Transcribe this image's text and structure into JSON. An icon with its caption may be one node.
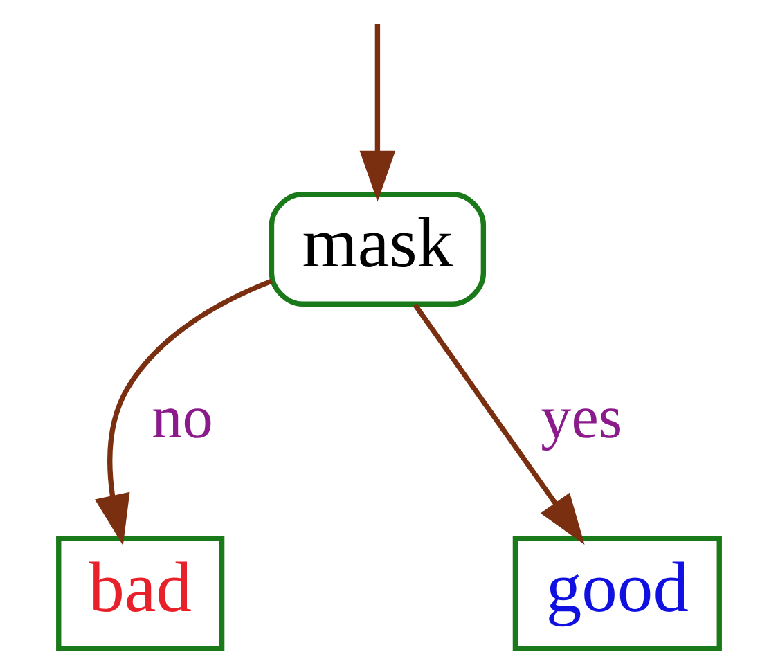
{
  "diagram": {
    "nodes": [
      {
        "text": [
          "mask"
        ]
      },
      {
        "text": [
          "bad"
        ]
      },
      {
        "text": [
          "good"
        ]
      }
    ],
    "edges": [
      {
        "from": null,
        "to": 0,
        "arrow": "to"
      },
      {
        "from": 0,
        "to": 1,
        "arrow": "to",
        "label": "no"
      },
      {
        "from": 0,
        "to": 2,
        "arrow": "to",
        "label": "yes"
      }
    ]
  }
}
